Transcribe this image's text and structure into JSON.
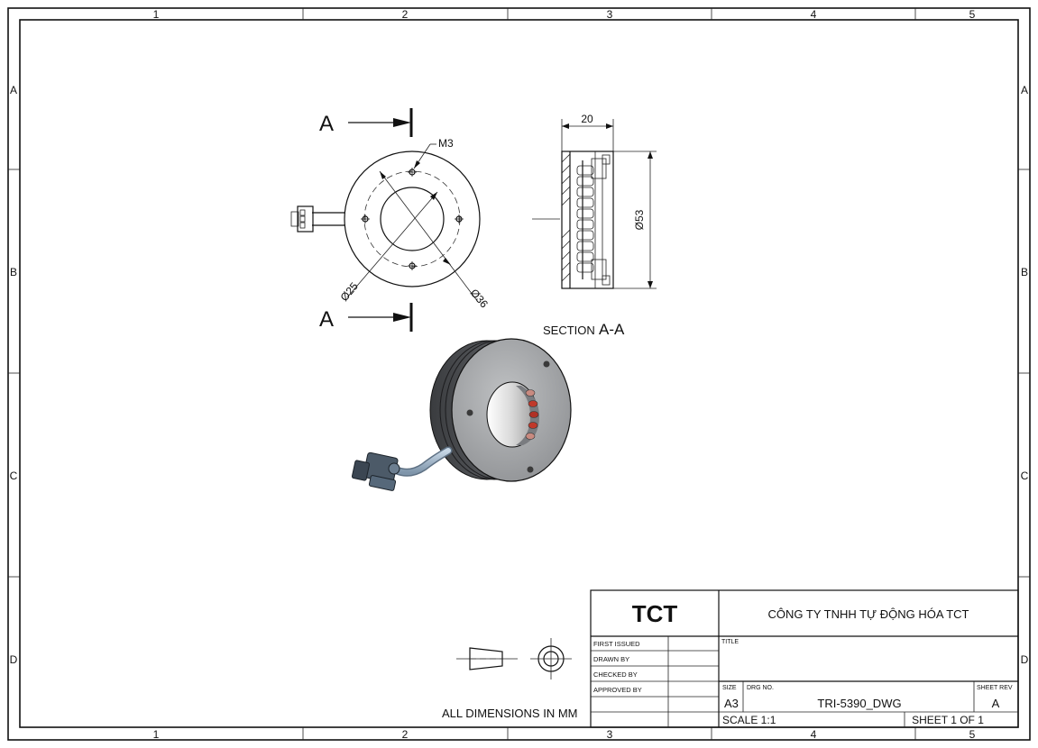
{
  "border": {
    "columns": [
      "1",
      "2",
      "3",
      "4",
      "5"
    ],
    "rows": [
      "A",
      "B",
      "C",
      "D"
    ]
  },
  "views": {
    "front": {
      "section_letter_top": "A",
      "section_letter_bottom": "A",
      "thread_label": "M3",
      "dia_inner": "Ø25",
      "dia_outer": "Ø36"
    },
    "section": {
      "width_label": "20",
      "height_label": "Ø53",
      "caption_prefix": "SECTION",
      "caption_name": "A-A"
    }
  },
  "projection_note": "ALL DIMENSIONS IN MM",
  "title_block": {
    "logo": "TCT",
    "company": "CÔNG TY TNHH TỰ ĐỘNG HÓA TCT",
    "title_label": "TITLE",
    "title_value": "",
    "rows": [
      "FIRST ISSUED",
      "DRAWN BY",
      "CHECKED BY",
      "APPROVED BY"
    ],
    "size_label": "SIZE",
    "size_value": "A3",
    "drg_label": "DRG NO.",
    "drg_value": "TRI-5390_DWG",
    "rev_label": "SHEET REV",
    "rev_value": "A",
    "scale": "SCALE 1:1",
    "sheet": "SHEET 1 OF 1"
  }
}
